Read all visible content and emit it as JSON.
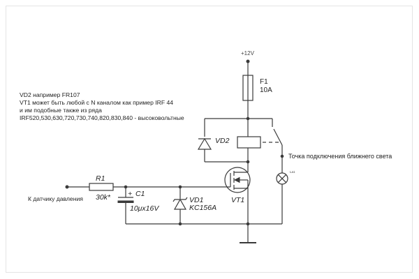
{
  "notes": [
    "VD2 например FR107",
    "VT1 может быть любой с N каналом как пример IRF 44",
    "и им подобные  также из ряда",
    "IRF520,530,630,720,730,740,820,830,840 - высоковольтные"
  ],
  "supply_label": "+12V",
  "fuse": {
    "ref": "F1",
    "value": "10A"
  },
  "diode_vd2": {
    "ref": "VD2"
  },
  "lamp_ref": "La1",
  "lamp_connection_label": "Точка подключения ближнего света",
  "resistor": {
    "ref": "R1",
    "value": "30k*"
  },
  "capacitor": {
    "ref": "C1",
    "polarity": "+",
    "value": "10μx16V"
  },
  "zener": {
    "ref": "VD1",
    "value": "KC156A"
  },
  "transistor_ref": "VT1",
  "input_label": "К датчику давления",
  "colors": {
    "line": "#3a3a3a",
    "text": "#222222",
    "background": "#ffffff"
  }
}
